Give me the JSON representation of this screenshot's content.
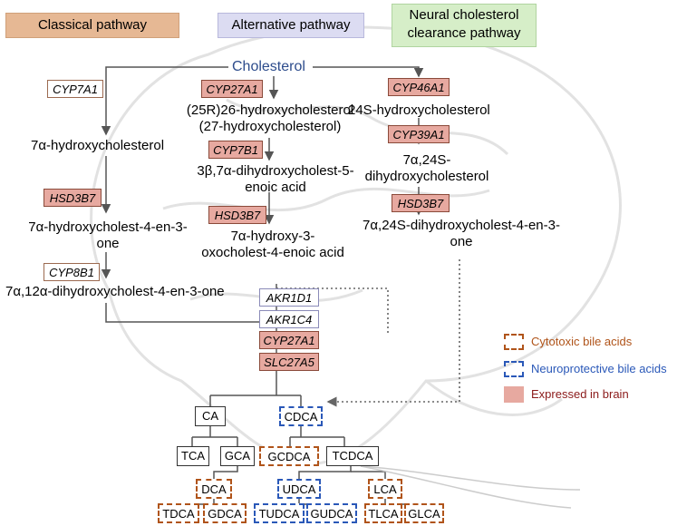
{
  "headers": {
    "classical": "Classical pathway",
    "alternative": "Alternative pathway",
    "neural": "Neural cholesterol clearance pathway"
  },
  "cholesterol": "Cholesterol",
  "classical": {
    "cyp7a1": "CYP7A1",
    "m1": "7α-hydroxycholesterol",
    "hsd3b7": "HSD3B7",
    "m2": "7α-hydroxycholest-4-en-3-one",
    "cyp8b1": "CYP8B1",
    "m3": "7α,12α-dihydroxycholest-4-en-3-one"
  },
  "alternative": {
    "cyp27a1": "CYP27A1",
    "m1": "(25R)26-hydroxycholesterol (27-hydroxycholesterol)",
    "cyp7b1": "CYP7B1",
    "m2": "3β,7α-dihydroxycholest-5-enoic acid",
    "hsd3b7": "HSD3B7",
    "m3": "7α-hydroxy-3-oxocholest-4-enoic acid"
  },
  "neural": {
    "cyp46a1": "CYP46A1",
    "m1": "24S-hydroxycholesterol",
    "cyp39a1": "CYP39A1",
    "m2": "7α,24S-dihydroxycholesterol",
    "hsd3b7": "HSD3B7",
    "m3": "7α,24S-dihydroxycholest-4-en-3-one"
  },
  "shared_enzymes": [
    "AKR1D1",
    "AKR1C4",
    "CYP27A1",
    "SLC27A5"
  ],
  "bile_acids": {
    "ca": "CA",
    "cdca": "CDCA",
    "tca": "TCA",
    "gca": "GCA",
    "gcdca": "GCDCA",
    "tcdca": "TCDCA",
    "dca": "DCA",
    "udca": "UDCA",
    "lca": "LCA",
    "tdca": "TDCA",
    "gdca": "GDCA",
    "tudca": "TUDCA",
    "gudca": "GUDCA",
    "tlca": "TLCA",
    "glca": "GLCA"
  },
  "legend": {
    "cytotoxic": "Cytotoxic bile acids",
    "neuroprotective": "Neuroprotective bile acids",
    "brain": "Expressed in brain"
  },
  "colors": {
    "cytotoxic": "#b0541a",
    "neuroprotective": "#2a58b8",
    "brain_fill": "#e7a9a0",
    "cholesterol_text": "#2d4c8c",
    "brain_text": "#8b1a1a"
  }
}
